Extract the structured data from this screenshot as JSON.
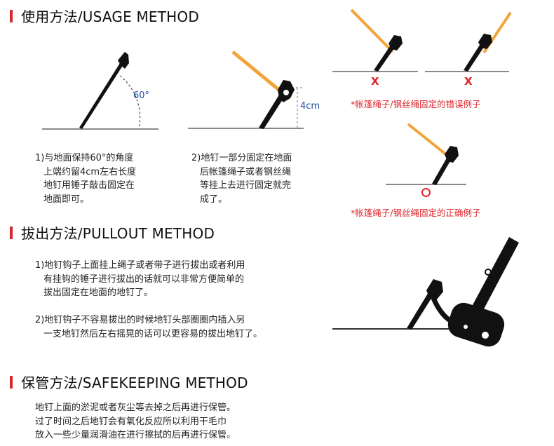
{
  "usage": {
    "title": "使用方法/USAGE METHOD",
    "angle_label": "60°",
    "height_label": "4cm",
    "step1": [
      "1)与地面保持60°的角度",
      "上端约留4cm左右长度",
      "地钉用锤子敲击固定在",
      "地面即可。"
    ],
    "step2": [
      "2)地钉一部分固定在地面",
      "后帐篷绳子或者钢丝绳",
      "等挂上去进行固定就完",
      "成了。"
    ],
    "wrong_mark_1": "X",
    "wrong_mark_2": "X",
    "wrong_caption": "*帐篷绳子/钢丝绳固定的错误例子",
    "right_caption": "*帐篷绳子/钢丝绳固定的正确例子"
  },
  "pullout": {
    "title": "拔出方法/PULLOUT METHOD",
    "step1": [
      "1)地钉钩子上面挂上绳子或者带子进行拔出或者利用",
      "有挂钩的锤子进行拔出的话就可以非常方便简单的",
      "拔出固定在地面的地钉了。"
    ],
    "step2": [
      "2)地钉钩子不容易拔出的时候地钉头部圈圈内插入另",
      "一支地钉然后左右摇晃的话可以更容易的拔出地钉了。"
    ]
  },
  "safekeeping": {
    "title": "保管方法/SAFEKEEPING METHOD",
    "text": [
      "地钉上面的淤泥或者灰尘等去掉之后再进行保管。",
      "过了时间之后地钉会有氧化反应所以利用干毛巾",
      "放入一些少量润滑油在进行擦拭的后再进行保管。"
    ]
  },
  "colors": {
    "accent_red": "#d6282e",
    "rope_orange": "#f2a33a",
    "blue_label": "#1f4fa0",
    "ground": "#8a8a8a"
  },
  "icons": [
    "tent-stake-icon",
    "rope-icon",
    "ground-line-icon",
    "angle-arc-icon",
    "hammer-icon",
    "wrong-mark-icon",
    "right-mark-icon"
  ]
}
